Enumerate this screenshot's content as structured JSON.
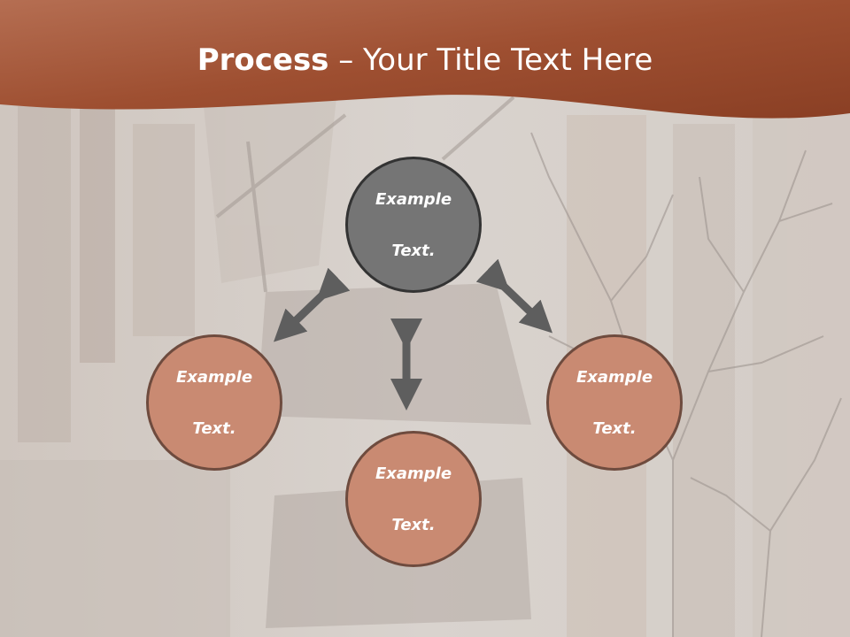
{
  "title": {
    "bold": "Process",
    "rest": " – Your Title Text Here"
  },
  "nodes": {
    "top": {
      "line1": "Example",
      "line2": "Text."
    },
    "left": {
      "line1": "Example",
      "line2": "Text."
    },
    "right": {
      "line1": "Example",
      "line2": "Text."
    },
    "bottom": {
      "line1": "Example",
      "line2": "Text."
    }
  },
  "colors": {
    "header_dark": "#7b3a22",
    "header_light": "#c07a5c",
    "center_node": "#757575",
    "outer_node": "#c98a72",
    "node_border": "#6e4b3e",
    "arrow": "#5e5e5e"
  },
  "icons": [
    "double-arrow-icon"
  ]
}
